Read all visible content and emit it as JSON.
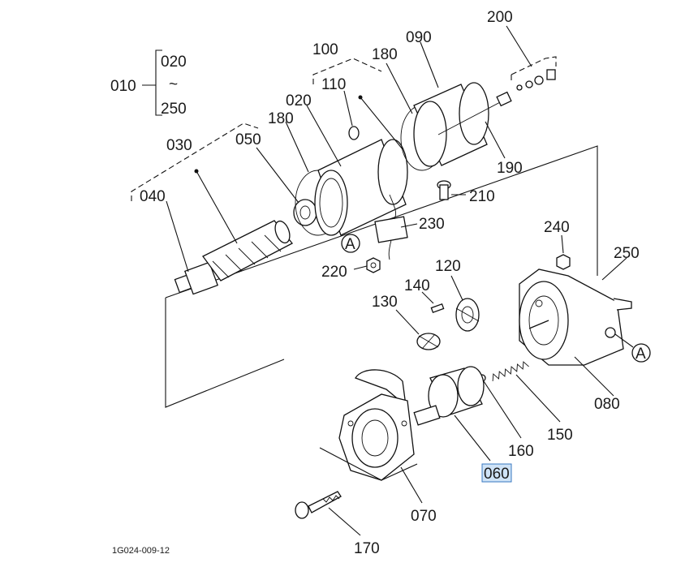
{
  "figure_code": "1G024-009-12",
  "callouts": {
    "p010": "010",
    "p020_range_start": "020",
    "p250_range_end": "250",
    "range_symbol": "~",
    "p100": "100",
    "p110": "110",
    "p180_top": "180",
    "p090": "090",
    "p200": "200",
    "p020": "020",
    "p180_mid": "180",
    "p030": "030",
    "p050": "050",
    "p040": "040",
    "p190": "190",
    "p210": "210",
    "p230": "230",
    "p220": "220",
    "p240": "240",
    "p250": "250",
    "p120": "120",
    "p140": "140",
    "p130": "130",
    "p080": "080",
    "p150": "150",
    "p160": "160",
    "p060": "060",
    "p070": "070",
    "p170": "170",
    "connector_a_left": "A",
    "connector_a_right": "A"
  },
  "highlight": {
    "part": "060",
    "color": "#cfe3f7"
  }
}
